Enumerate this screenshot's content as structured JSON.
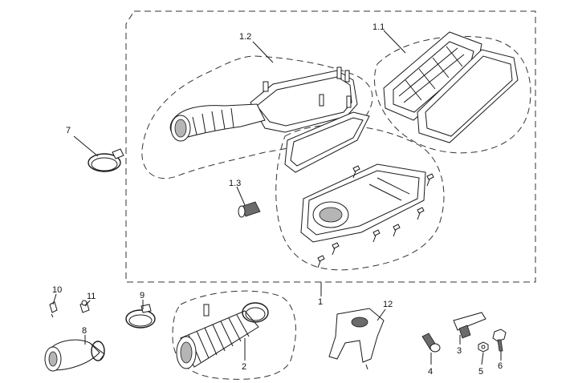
{
  "callouts": {
    "c1": "1",
    "c1_2": "1.2",
    "c1_1": "1.1",
    "c1_3": "1.3",
    "c2": "2",
    "c3": "3",
    "c4": "4",
    "c5": "5",
    "c6": "6",
    "c7": "7",
    "c8": "8",
    "c9": "9",
    "c10": "10",
    "c11": "11",
    "c12": "12"
  }
}
